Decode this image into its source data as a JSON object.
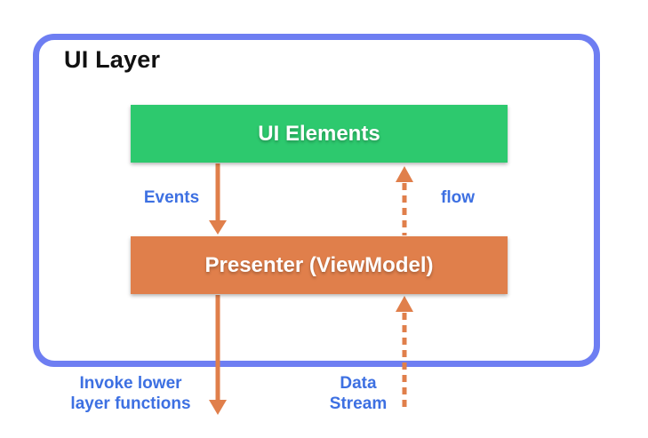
{
  "title": "UI Layer",
  "nodes": {
    "ui_elements": {
      "label": "UI Elements"
    },
    "presenter": {
      "label": "Presenter (ViewModel)"
    }
  },
  "edges": {
    "events": {
      "label": "Events",
      "style": "solid",
      "direction": "down"
    },
    "flow": {
      "label": "flow",
      "style": "dashed",
      "direction": "up"
    },
    "invoke_lower": {
      "label_line1": "Invoke lower",
      "label_line2": "layer functions",
      "style": "solid",
      "direction": "down"
    },
    "data_stream": {
      "label_line1": "Data",
      "label_line2": "Stream",
      "style": "dashed",
      "direction": "up"
    }
  },
  "colors": {
    "frame_border": "#6E7EF2",
    "node_ui_elements": "#2DC96E",
    "node_presenter": "#E07F4B",
    "arrow": "#E07F4B",
    "edge_label_blue": "#3D70E2",
    "title_text": "#111111",
    "node_text": "#FFFFFF"
  }
}
